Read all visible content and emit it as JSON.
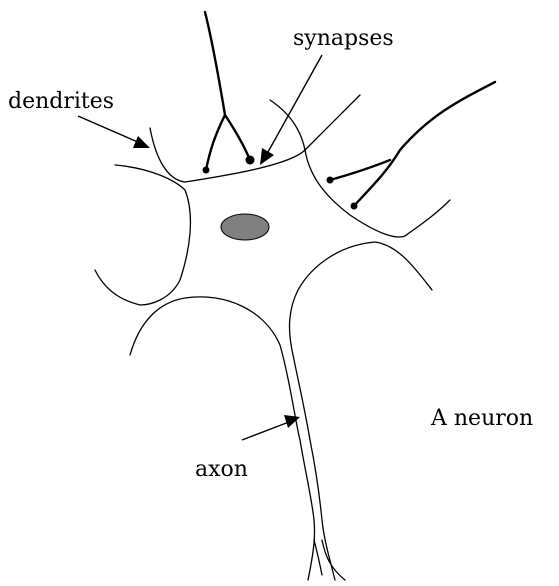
{
  "labels": {
    "synapses": "synapses",
    "dendrites": "dendrites",
    "axon": "axon",
    "caption": "A neuron"
  },
  "colors": {
    "nucleus": "#808080",
    "line": "#000000",
    "background": "#ffffff"
  }
}
